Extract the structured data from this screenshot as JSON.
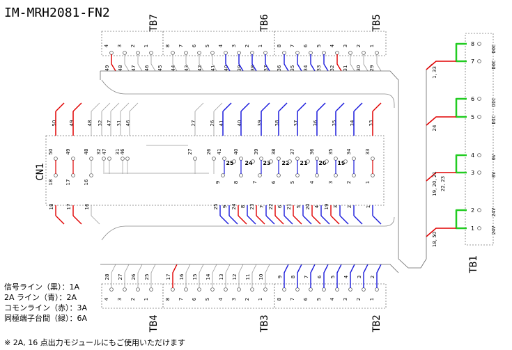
{
  "title": "IM-MRH2081-FN2",
  "blocks": {
    "tb7": {
      "label": "TB7",
      "terminals": [
        "4",
        "3",
        "2",
        "1"
      ],
      "wires": [
        "49",
        "48",
        "47",
        "46"
      ]
    },
    "tb6": {
      "label": "TB6",
      "terminals": [
        "8",
        "7",
        "6",
        "5",
        "4",
        "3",
        "2",
        "1"
      ],
      "wires": [
        "45",
        "44",
        "43",
        "42",
        "41",
        "40",
        "39",
        "38"
      ]
    },
    "tb5": {
      "label": "TB5",
      "terminals": [
        "8",
        "7",
        "6",
        "5",
        "4",
        "3",
        "2",
        "1"
      ],
      "wires": [
        "37",
        "36",
        "35",
        "34",
        "33",
        "32",
        "31",
        "30",
        "29"
      ]
    },
    "tb4": {
      "label": "TB4",
      "terminals": [
        "4",
        "3",
        "2",
        "1"
      ],
      "wires": [
        "28",
        "27",
        "26",
        "25"
      ]
    },
    "tb3": {
      "label": "TB3",
      "terminals": [
        "8",
        "7",
        "6",
        "5",
        "4",
        "3",
        "2",
        "1"
      ],
      "wires": [
        "17",
        "16",
        "15",
        "14",
        "13",
        "12",
        "11",
        "10"
      ]
    },
    "tb2": {
      "label": "TB2",
      "terminals": [
        "9",
        "8",
        "7",
        "6",
        "5",
        "4",
        "3",
        "2",
        "1"
      ],
      "wires": [
        "9",
        "8",
        "7",
        "6",
        "5",
        "4",
        "3",
        "2",
        "1"
      ]
    },
    "tb1": {
      "label": "TB1",
      "terminals": [
        "8",
        "7",
        "6",
        "5",
        "4",
        "3",
        "2",
        "1"
      ]
    }
  },
  "connector": {
    "label": "CN1",
    "top_outer": [
      "50",
      "49",
      "48",
      "32",
      "47",
      "31",
      "46",
      "27",
      "26",
      "41",
      "40",
      "39",
      "38",
      "37",
      "36",
      "35",
      "34",
      "33"
    ],
    "top_inner": [
      "50",
      "49",
      "48",
      "47",
      "46",
      "32",
      "31",
      "27",
      "26",
      "41",
      "40",
      "39",
      "38",
      "37",
      "36",
      "35",
      "34",
      "33"
    ],
    "mid_inner": [
      "25",
      "24",
      "23",
      "22",
      "21",
      "20",
      "19"
    ],
    "bottom_inner": [
      "18",
      "17",
      "16",
      "9",
      "8",
      "7",
      "6",
      "5",
      "4",
      "3",
      "2",
      "1"
    ],
    "bottom_outer": [
      "18",
      "17",
      "16",
      "25",
      "9",
      "24",
      "8",
      "23",
      "7",
      "22",
      "6",
      "21",
      "5",
      "20",
      "4",
      "19",
      "3",
      "2",
      "1"
    ]
  },
  "tb1_groups": [
    {
      "wires": "1, 33",
      "names": [
        "DOC",
        "DOC"
      ]
    },
    {
      "wires": "24",
      "names": [
        "DIC",
        "DIC"
      ]
    },
    {
      "wires": "19, 20, 21\n22, 23",
      "names": [
        "0V",
        "0V"
      ]
    },
    {
      "wires": "18, 50",
      "names": [
        "24V",
        "24V"
      ]
    }
  ],
  "legend": [
    "信号ライン（黒）：1A",
    "2A ライン（青）：2A",
    "コモンライン（赤）：3A",
    "同極端子台間（緑）：6A"
  ],
  "note": "※ 2A, 16 点出力モジュールにもご使用いただけます",
  "colors": {
    "signal": "#999999",
    "blue": "#1a1adc",
    "red": "#e00000",
    "green": "#22cc22"
  }
}
